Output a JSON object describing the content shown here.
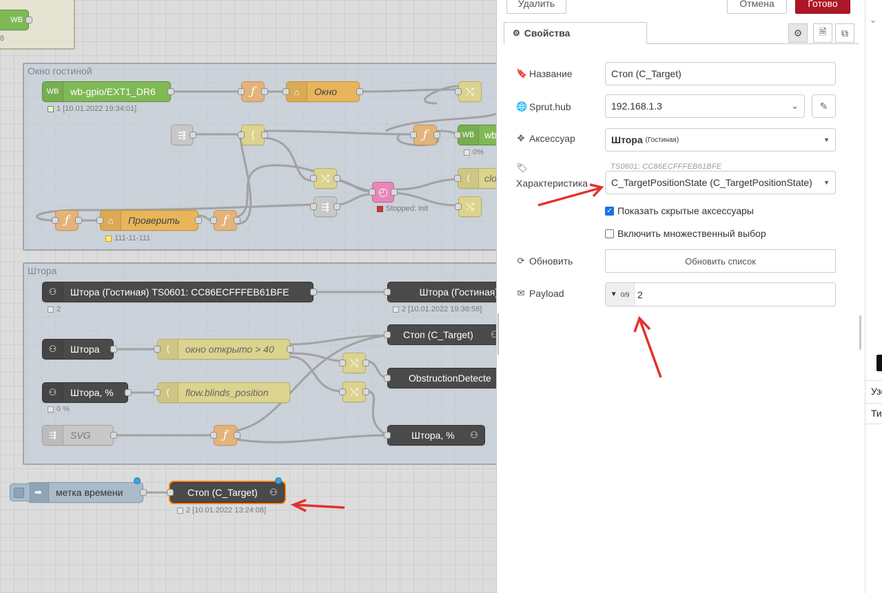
{
  "workspace": {
    "top_node": {
      "badge": "WB",
      "status": "8"
    },
    "group_living": {
      "label": "Окно гостиной",
      "nodes": {
        "gpio": {
          "badge": "WB",
          "label": "wb-gpio/EXT1_DR6",
          "status": "1 [10.01.2022 19:34:01]"
        },
        "window": {
          "label": "Окно"
        },
        "wb_right": {
          "badge": "WB",
          "label": "wb",
          "status": "0%"
        },
        "cl_switch": {
          "label": "clo"
        },
        "check": {
          "label": "Проверить",
          "status": "111-11-111"
        },
        "timer_status": "Stopped: init"
      }
    },
    "group_blind": {
      "label": "Штора",
      "nodes": {
        "shtora_full": {
          "label": "Штора (Гостиная) TS0601: CC86ECFFFEB61BFE",
          "status": "2"
        },
        "shtora_out": {
          "label": "Штора (Гостиная)",
          "status": "2 [10.01.2022 19:38:58]"
        },
        "shtora": {
          "label": "Штора"
        },
        "window_open": {
          "label": "окно открыто > 40"
        },
        "stop_target": {
          "label": "Стоп (C_Target)"
        },
        "obstruction": {
          "label": "ObstructionDetecte"
        },
        "shtora_pct": {
          "label": "Штора, %",
          "status": "0 %"
        },
        "flow_pos": {
          "label": "flow.blinds_position"
        },
        "svg": {
          "label": "SVG"
        },
        "shtora_pct_out": {
          "label": "Штора, %"
        }
      }
    },
    "loose": {
      "inject": {
        "label": "метка времени"
      },
      "stop_target": {
        "label": "Стоп (C_Target)",
        "status": "2 [10.01.2022 13:24:08]"
      }
    }
  },
  "panel": {
    "buttons": {
      "delete": "Удалить",
      "cancel": "Отмена",
      "done": "Готово"
    },
    "tab": {
      "label": "Свойства"
    },
    "fields": {
      "name": {
        "label": "Название",
        "value": "Стоп (C_Target)"
      },
      "sprut": {
        "label": "Sprut.hub",
        "value": "192.168.1.3"
      },
      "accessory": {
        "label": "Аксессуар",
        "value": "Штора",
        "sup": "(Гостиная)"
      },
      "hint": "TS0601: CC86ECFFFEB61BFE",
      "characteristic": {
        "label": "Характеристика",
        "value": "C_TargetPositionState (C_TargetPositionState)"
      },
      "show_hidden": {
        "label": "Показать скрытые аксессуары",
        "checked": true
      },
      "multi": {
        "label": "Включить множественный выбор",
        "checked": false
      },
      "refresh": {
        "label": "Обновить",
        "button": "Обновить список"
      },
      "payload": {
        "label": "Payload",
        "type_icon": "0/9",
        "value": "2"
      }
    }
  },
  "far_right": {
    "row1": "Узе",
    "row2": "Тип"
  },
  "colors": {
    "accent": "#ad1625",
    "annotation": "#e3312d",
    "selected_outline": "#ff7f0e"
  }
}
